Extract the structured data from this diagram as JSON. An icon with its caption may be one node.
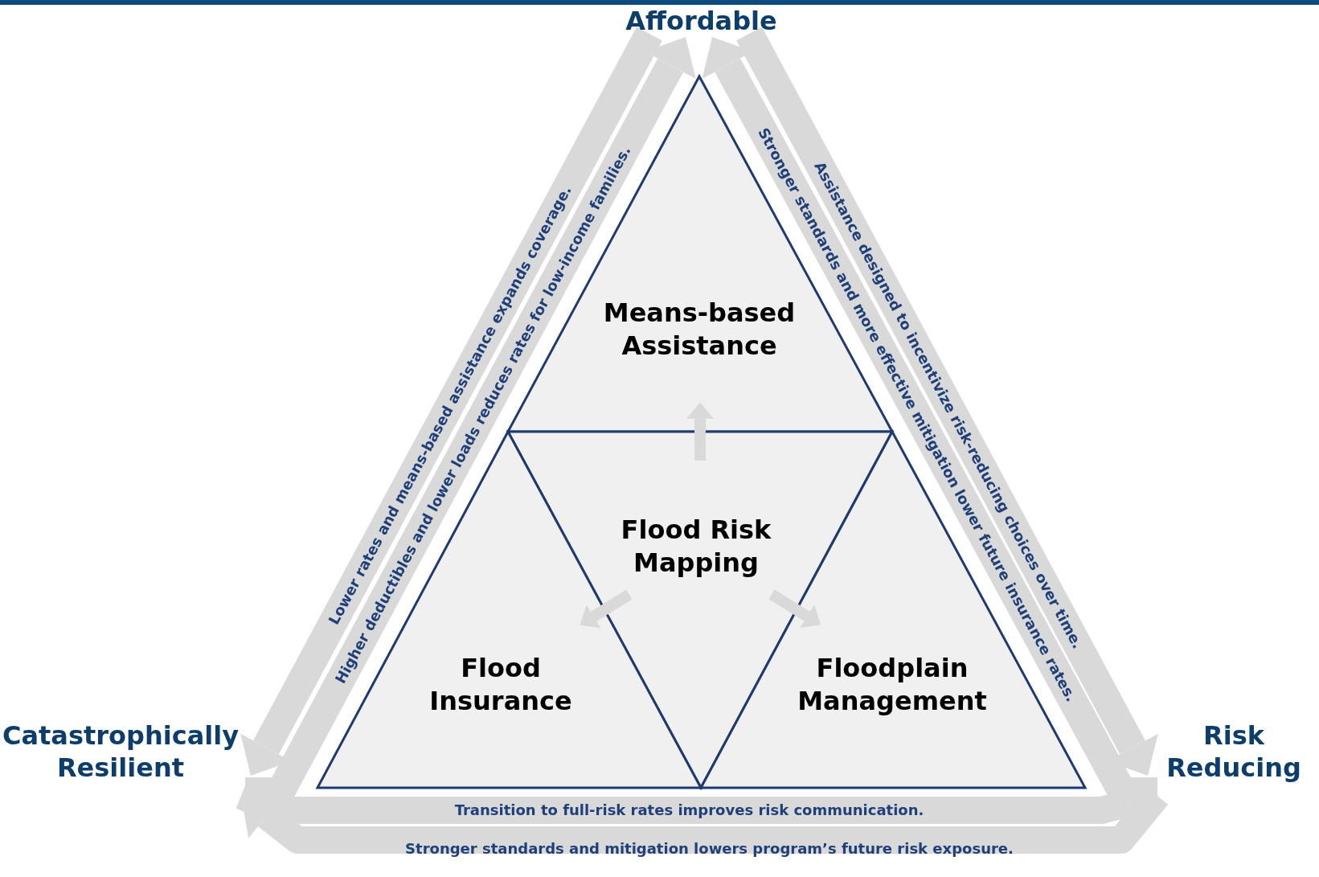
{
  "diagram": {
    "nodes": [
      {
        "text": [
          "Affordable"
        ]
      },
      {
        "text": [
          "Catastrophically Resilient"
        ]
      },
      {
        "text": [
          "Risk Reducing"
        ]
      },
      {
        "text": [
          "Means-based Assistance"
        ]
      },
      {
        "text": [
          "Flood Risk Mapping"
        ]
      },
      {
        "text": [
          "Flood Insurance"
        ]
      },
      {
        "text": [
          "Floodplain Management"
        ]
      }
    ],
    "edges": [
      {
        "from": 0,
        "to": 1,
        "arrow": "to",
        "label": "Lower rates and means-based assistance expands coverage."
      },
      {
        "from": 1,
        "to": 0,
        "arrow": "to",
        "label": "Higher deductibles and lower loads reduces rates for low-income families."
      },
      {
        "from": 0,
        "to": 2,
        "arrow": "to",
        "label": "Assistance designed to incentivize risk-reducing choices over time."
      },
      {
        "from": 2,
        "to": 0,
        "arrow": "to",
        "label": "Stronger standards and more effective mitigation lower future insurance rates."
      },
      {
        "from": 1,
        "to": 2,
        "arrow": "to",
        "label": "Transition to full-risk rates improves risk communication."
      },
      {
        "from": 2,
        "to": 1,
        "arrow": "to",
        "label": "Stronger standards and mitigation lowers program’s future risk exposure."
      },
      {
        "from": 4,
        "to": 3,
        "arrow": "to"
      },
      {
        "from": 4,
        "to": 5,
        "arrow": "to"
      },
      {
        "from": 4,
        "to": 6,
        "arrow": "to"
      }
    ]
  }
}
